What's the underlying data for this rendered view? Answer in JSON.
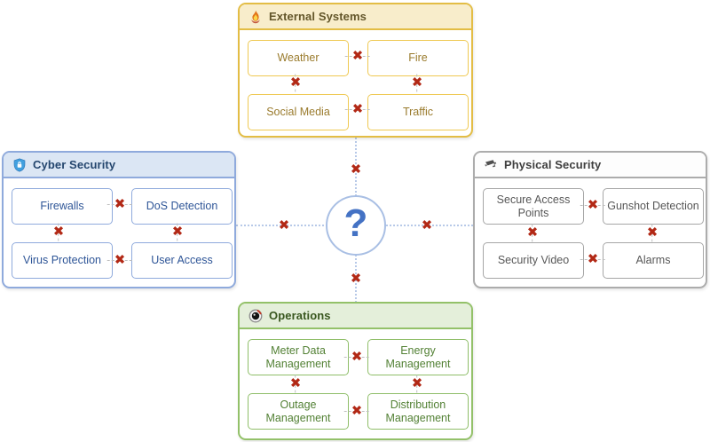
{
  "hub": {
    "symbol": "?"
  },
  "icons": {
    "broken_link": "✖"
  },
  "panels": {
    "external": {
      "title": "External Systems",
      "icon": "flame-icon",
      "items": [
        "Weather",
        "Fire",
        "Social Media",
        "Traffic"
      ]
    },
    "cyber": {
      "title": "Cyber Security",
      "icon": "shield-lock-icon",
      "items": [
        "Firewalls",
        "DoS Detection",
        "Virus Protection",
        "User Access"
      ]
    },
    "physical": {
      "title": "Physical Security",
      "icon": "security-camera-icon",
      "items": [
        "Secure Access Points",
        "Gunshot Detection",
        "Security Video",
        "Alarms"
      ]
    },
    "operations": {
      "title": "Operations",
      "icon": "camera-lens-icon",
      "items": [
        "Meter Data Management",
        "Energy Management",
        "Outage Management",
        "Distribution Management"
      ]
    }
  },
  "colors": {
    "external_accent": "#E3BD45",
    "cyber_accent": "#8FAADC",
    "physical_accent": "#ACACAC",
    "operations_accent": "#93C169",
    "broken_link_red": "#B22815",
    "hub_blue": "#4472C4",
    "connector_blue": "#B7C9E8"
  }
}
